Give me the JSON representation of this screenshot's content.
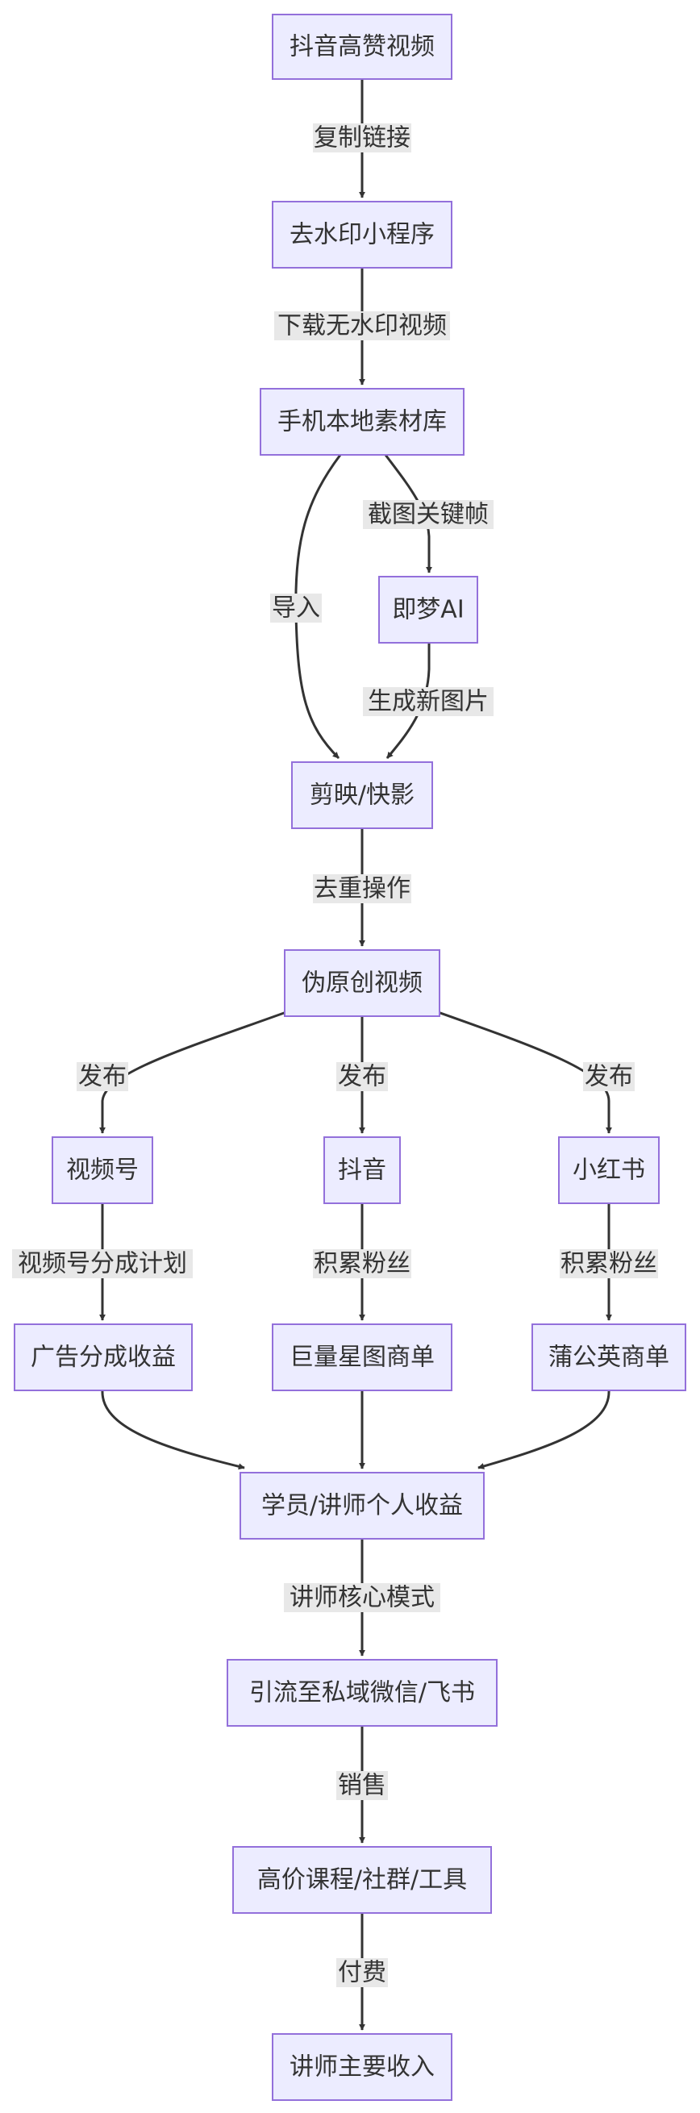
{
  "flowchart": {
    "nodes": {
      "douyin_hot": "抖音高赞视频",
      "watermark_tool": "去水印小程序",
      "local_library": "手机本地素材库",
      "jimeng": "即梦AI",
      "jianying": "剪映/快影",
      "pseudo_original": "伪原创视频",
      "channels": "视频号",
      "douyin": "抖音",
      "xiaohongshu": "小红书",
      "ad_share": "广告分成收益",
      "xingtu": "巨量星图商单",
      "pugongying": "蒲公英商单",
      "personal_income": "学员/讲师个人收益",
      "private_domain": "引流至私域微信/飞书",
      "premium_products": "高价课程/社群/工具",
      "main_income": "讲师主要收入"
    },
    "edge_labels": {
      "copy_link": "复制链接",
      "download": "下载无水印视频",
      "import": "导入",
      "screenshot": "截图关键帧",
      "generate": "生成新图片",
      "dedupe": "去重操作",
      "publish_channels": "发布",
      "publish_douyin": "发布",
      "publish_xhs": "发布",
      "channels_plan": "视频号分成计划",
      "fans_douyin": "积累粉丝",
      "fans_xhs": "积累粉丝",
      "core_model": "讲师核心模式",
      "sell": "销售",
      "pay": "付费"
    }
  }
}
